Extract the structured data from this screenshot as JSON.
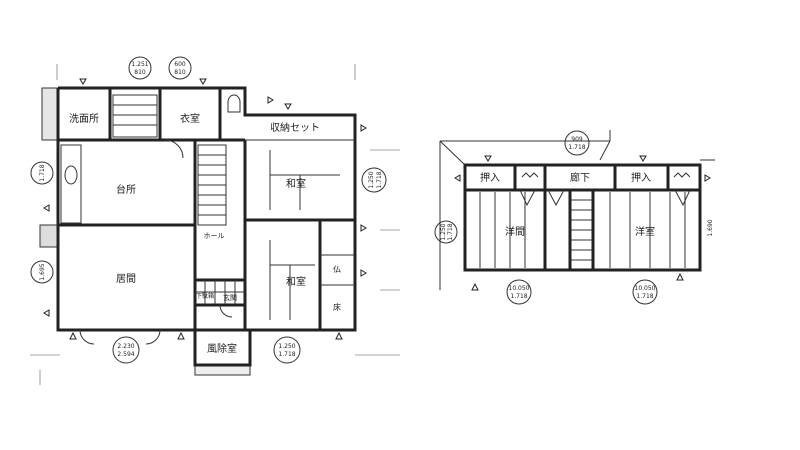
{
  "floor1": {
    "rooms": {
      "washroom": "洗面所",
      "closet": "衣室",
      "storage_set": "収納セット",
      "kitchen": "台所",
      "living": "居間",
      "washitsu_upper": "和室",
      "washitsu_lower": "和室",
      "hall": "ホール",
      "genkan": "玄関",
      "shoe_box": "下駄箱",
      "windbreak": "風除室",
      "butsudan": "仏",
      "tokonoma": "床"
    },
    "dimensions": {
      "top_left": [
        "1.251",
        "810"
      ],
      "top_right": [
        "600",
        "810"
      ],
      "left_upper": "1.718",
      "left_lower": "1.695",
      "bottom_left": [
        "2.230",
        "2.594"
      ],
      "bottom_right": [
        "1.250",
        "1.718"
      ],
      "right": [
        "1.250",
        "1.718"
      ]
    }
  },
  "floor2": {
    "rooms": {
      "oshiire_left": "押入",
      "corridor": "廊下",
      "oshiire_right": "押入",
      "western_left": "洋間",
      "western_right": "洋室"
    },
    "dimensions": {
      "top": [
        "909",
        "1.718"
      ],
      "left": [
        "1.250",
        "1.718"
      ],
      "bottom_left": [
        "10.050",
        "1.718"
      ],
      "bottom_right": [
        "10.050",
        "1.718"
      ],
      "right": "1.690"
    }
  }
}
